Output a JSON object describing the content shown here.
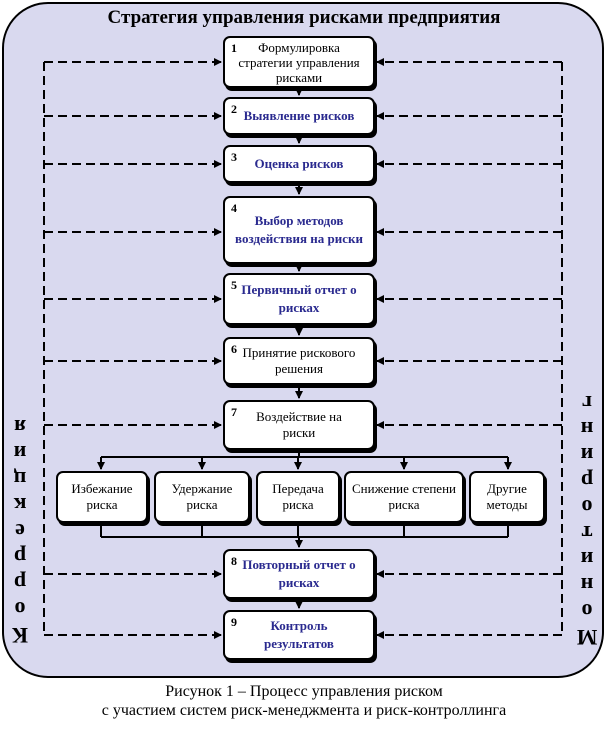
{
  "title": "Стратегия управления рисками предприятия",
  "steps": [
    {
      "num": "1",
      "label": "Формулировка стратегии управления рисками"
    },
    {
      "num": "2",
      "label": "Выявление рисков"
    },
    {
      "num": "3",
      "label": "Оценка рисков"
    },
    {
      "num": "4",
      "label": "Выбор методов воздействия на риски"
    },
    {
      "num": "5",
      "label": "Первичный отчет о рисках"
    },
    {
      "num": "6",
      "label": "Принятие рискового решения"
    },
    {
      "num": "7",
      "label": "Воздействие на риски"
    },
    {
      "num": "8",
      "label": "Повторный отчет о рисках"
    },
    {
      "num": "9",
      "label": "Контроль результатов"
    }
  ],
  "methods": [
    "Избежание риска",
    "Удержание риска",
    "Передача риска",
    "Снижение степени риска",
    "Другие методы"
  ],
  "left_label": [
    "К",
    "о",
    "р",
    "р",
    "е",
    "к",
    "ц",
    "и",
    "я"
  ],
  "right_label": [
    "М",
    "о",
    "н",
    "и",
    "т",
    "о",
    "р",
    "и",
    "н",
    "г"
  ],
  "caption_line1": "Рисунок 1 – Процесс управления риском",
  "caption_line2": "с участием систем риск-менеджмента и риск-контроллинга"
}
